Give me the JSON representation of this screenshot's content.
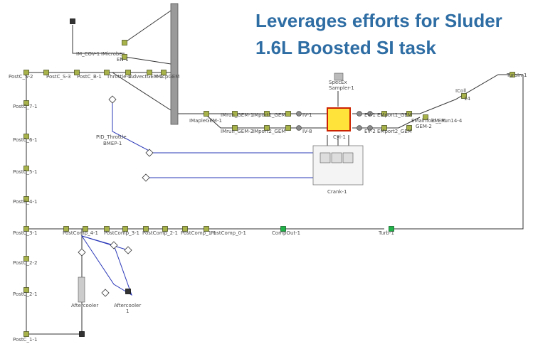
{
  "headline": {
    "line1": "Leverages efforts for Sluder",
    "line2": "1.6L Boosted SI task"
  },
  "labels": {
    "im_cov": "IM_COV-1",
    "microb": "IMicrobe",
    "en": "EN-1",
    "press1": "PostC_S-2",
    "press2": "PostC_S-3",
    "press3": "PostC_B-1",
    "throttle": "Throttle-1",
    "intake_gem": "IAdvectGEM-1",
    "intake_gem2": "IMicpGEM",
    "pipe_left1": "PostC_7-1",
    "pipe_left2": "PostC_6-1",
    "pipe_left3": "PostC_5-1",
    "pipe_left4": "PostC_4-1",
    "pipe_left5": "PostC_3-1",
    "pipe_left6": "PostC_2-2",
    "pipe_left7": "PostC_2-1",
    "pipe_left8": "PostC_1-1",
    "pid": "PID_Throttle",
    "bmep": "BMEP-1",
    "intake_manifold": "IMapleGEM-1",
    "runner1": "IMrun_GEM-1",
    "runner2": "IMrun_GEM-2",
    "port1": "IMport1_GEM",
    "port2": "IMport2_GEM",
    "valve1": "IV-1",
    "valve2": "IV-8",
    "cylinder": "Cyl-1",
    "spec": "SpecEx",
    "sampler": "Sampler-1",
    "ev1": "EV-1",
    "ev2": "EV-2",
    "exh_port1": "EMport1_GEM",
    "exh_port2": "EMport2_GEM",
    "exh_gem": "GEM-2",
    "exh_runner": "EM_Run14-4",
    "exh_manifold": "EMainfold_EM",
    "turb_in": "TurbIn-1",
    "collect": "IColl",
    "collect_num": "14",
    "crank": "Crank-1",
    "turb": "Turb-1",
    "comp1": "PostComp_4-1",
    "comp2": "PostComp_3-1",
    "comp3": "PostComp_2-1",
    "comp4": "PostComp_1-1",
    "comp5": "PostComp_0-1",
    "comp_out": "CompOut-1",
    "aftercooler": "Aftercooler",
    "aftercooler2": "Aftercooler",
    "aftercooler_num": "1"
  },
  "colors": {
    "headline": "#2e6da4",
    "node": "#a8b24a",
    "node_green": "#22b24a",
    "blue_wire": "#2a38b8",
    "engine_block": "#9a9a9a"
  }
}
